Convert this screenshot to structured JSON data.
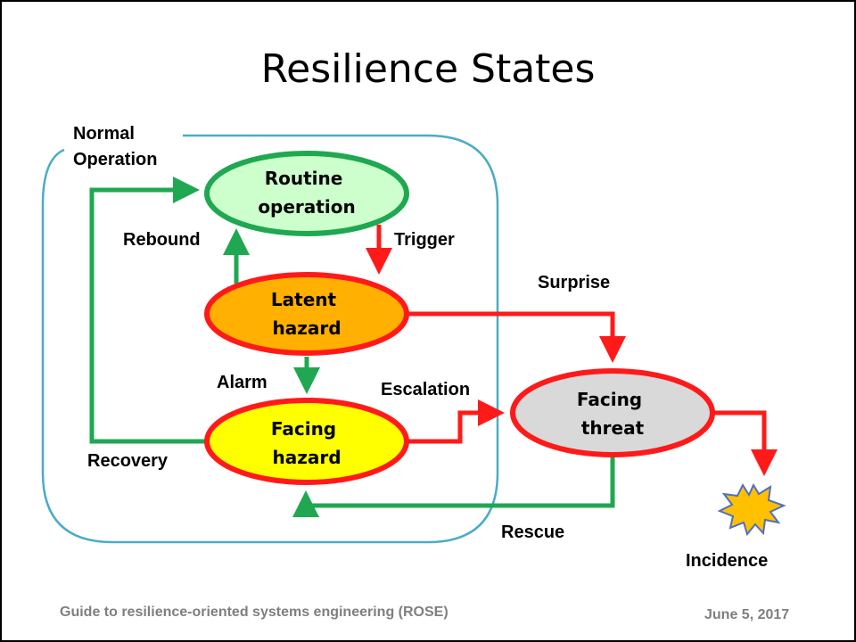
{
  "title": "Resilience States",
  "region_label": [
    "Normal",
    "Operation"
  ],
  "nodes": {
    "routine": [
      "Routine",
      "operation"
    ],
    "latent": [
      "Latent",
      "hazard"
    ],
    "facing_hazard": [
      "Facing",
      "hazard"
    ],
    "facing_threat": [
      "Facing",
      "threat"
    ]
  },
  "transitions": {
    "rebound": "Rebound",
    "trigger": "Trigger",
    "surprise": "Surprise",
    "alarm": "Alarm",
    "escalation": "Escalation",
    "recovery": "Recovery",
    "rescue": "Rescue",
    "incidence": "Incidence"
  },
  "footer": {
    "source": "Guide to resilience-oriented systems engineering (ROSE)",
    "date": "June 5, 2017"
  },
  "colors": {
    "green": "#1fa851",
    "red": "#ff1a1a",
    "region_border": "#4bacc6",
    "routine_fill": "#ccffcc",
    "latent_fill": "#ffb000",
    "facing_hazard_fill": "#ffff00",
    "facing_threat_fill": "#d9d9d9",
    "burst_fill": "#ffc000",
    "burst_stroke": "#4f6fbf"
  }
}
